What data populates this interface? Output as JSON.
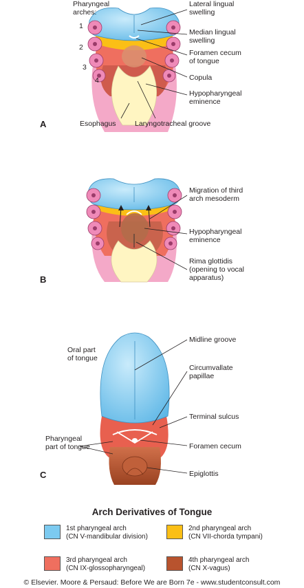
{
  "panel_a": {
    "letter": "A",
    "arch_heading": "Pharyngeal\narches:",
    "arch_numbers": [
      "1",
      "2",
      "3",
      "4"
    ],
    "labels": {
      "lateral_lingual": "Lateral lingual\nswelling",
      "median_lingual": "Median lingual\nswelling",
      "foramen_cecum": "Foramen cecum\nof tongue",
      "copula": "Copula",
      "hypopharyngeal": "Hypopharyngeal\neminence",
      "esophagus": "Esophagus",
      "laryngotracheal": "Laryngotracheal groove"
    }
  },
  "panel_b": {
    "letter": "B",
    "labels": {
      "migration": "Migration of third\narch mesoderm",
      "hypopharyngeal": "Hypopharyngeal\neminence",
      "rima": "Rima glottidis\n(opening to vocal\napparatus)"
    }
  },
  "panel_c": {
    "letter": "C",
    "labels": {
      "oral_part": "Oral part\nof tongue",
      "midline_groove": "Midline groove",
      "circumvallate": "Circumvallate\npapillae",
      "terminal_sulcus": "Terminal sulcus",
      "pharyngeal_part": "Pharyngeal\npart of tongue",
      "foramen_cecum": "Foramen cecum",
      "epiglottis": "Epiglottis"
    }
  },
  "legend": {
    "title": "Arch Derivatives of Tongue",
    "items": [
      {
        "text": "1st pharyngeal arch\n(CN V-mandibular division)",
        "color": "#7ccaf0"
      },
      {
        "text": "2nd pharyngeal arch\n(CN VII-chorda tympani)",
        "color": "#fbbf16"
      },
      {
        "text": "3rd pharyngeal arch\n(CN IX-glossopharyngeal)",
        "color": "#ef6f5f"
      },
      {
        "text": "4th pharyngeal arch\n(CN X-vagus)",
        "color": "#b8532e"
      }
    ]
  },
  "copyright": "© Elsevier. Moore & Persaud: Before We are Born 7e - www.studentconsult.com"
}
